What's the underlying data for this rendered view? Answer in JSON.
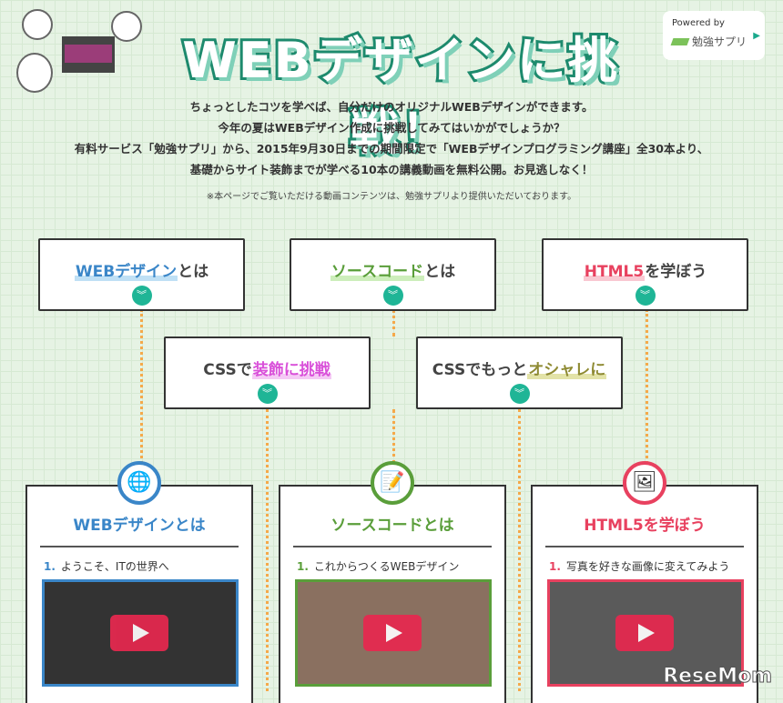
{
  "header": {
    "title": "WEBデザインに挑戦！",
    "powered_by": "Powered by",
    "brand": "勉強サプリ"
  },
  "intro": [
    "ちょっとしたコツを学べば、自分だけのオリジナルWEBデザインができます。",
    "今年の夏はWEBデザイン作成に挑戦してみてはいかがでしょうか？",
    "有料サービス「勉強サプリ」から、2015年9月30日までの期間限定で「WEBデザインプログラミング講座」全30本より、",
    "基礎からサイト装飾までが学べる10本の講義動画を無料公開。お見逃しなく！"
  ],
  "note": "※本ページでご覧いただける動画コンテンツは、勉強サプリより提供いただいております。",
  "nav": [
    {
      "hl": "WEBデザイン",
      "rest": "とは",
      "color": "#3a86c8",
      "under": "#bfe0f5"
    },
    {
      "hl": "ソースコード",
      "rest": "とは",
      "color": "#5a9e3a",
      "under": "#cdeebb"
    },
    {
      "hl": "HTML5",
      "rest": "を学ぼう",
      "color": "#e8415f",
      "under": "#f9c8d2"
    },
    {
      "pre": "CSSで",
      "hl": "装飾に挑戦",
      "color": "#d94fd9",
      "under": "#f5c9f5"
    },
    {
      "pre": "CSSでもっと",
      "hl": "オシャレに",
      "color": "#8e8a32",
      "under": "#e3e3a8"
    }
  ],
  "chevron_icon": "double-chevron-down-icon",
  "cards": [
    {
      "title": "WEBデザインとは",
      "color": "#3a86c8",
      "icon": "globe-icon",
      "num": "1.",
      "item": "ようこそ、ITの世界へ"
    },
    {
      "title": "ソースコードとは",
      "color": "#5a9e3a",
      "icon": "document-pencil-icon",
      "num": "1.",
      "item": "これからつくるWEBデザイン"
    },
    {
      "title": "HTML5を学ぼう",
      "color": "#e8415f",
      "icon": "picture-icon",
      "num": "1.",
      "item": "写真を好きな画像に変えてみよう"
    }
  ],
  "watermark": "ReseMom"
}
